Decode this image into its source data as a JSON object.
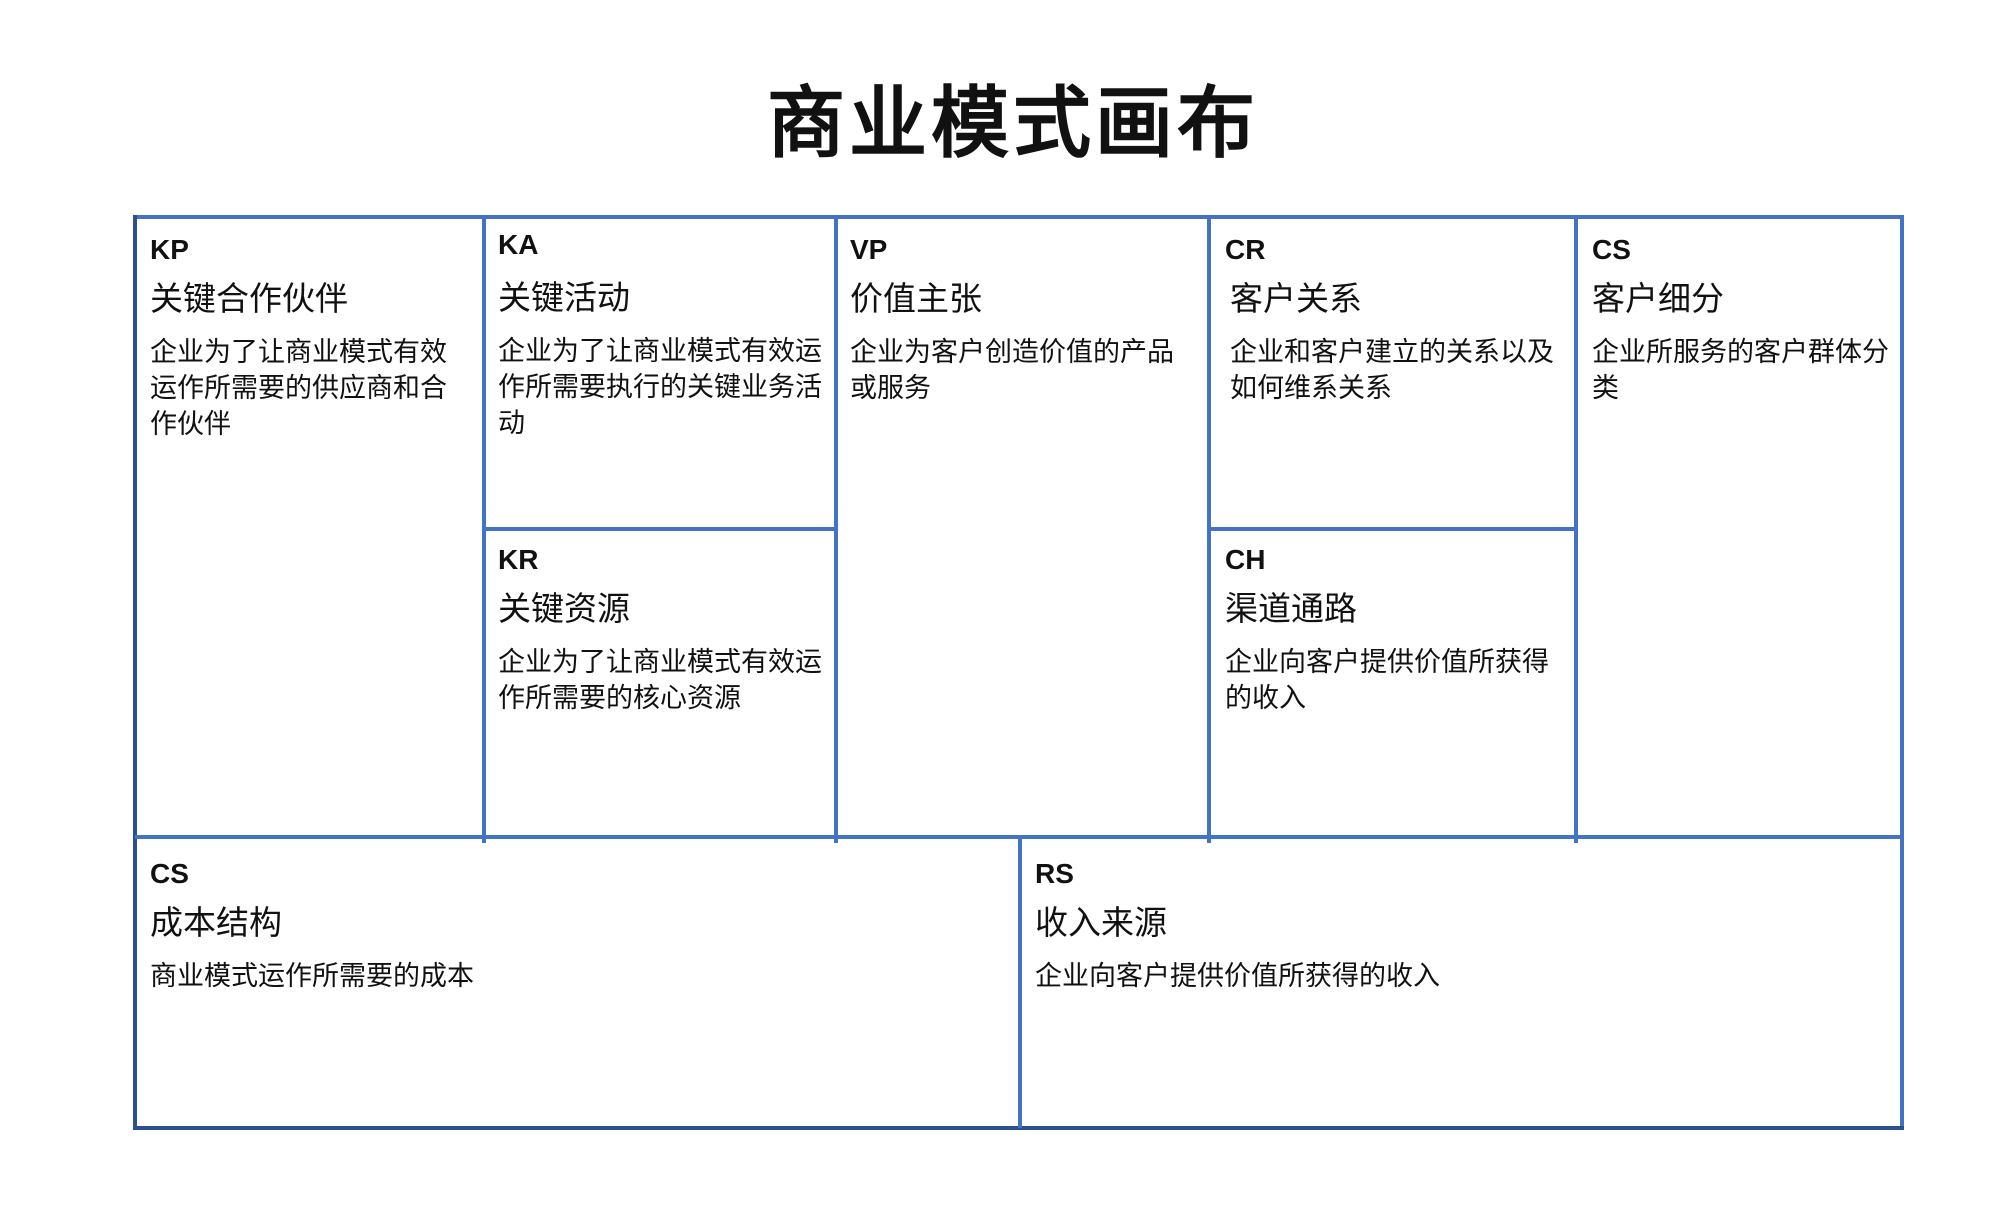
{
  "title": "商业模式画布",
  "colors": {
    "border": "#4472C4",
    "border_dark": "#2B4F8F",
    "text": "#111111"
  },
  "blocks": {
    "kp": {
      "code": "KP",
      "name": "关键合作伙伴",
      "desc": "企业为了让商业模式有效运作所需要的供应商和合作伙伴"
    },
    "ka": {
      "code": "KA",
      "name": "关键活动",
      "desc": "企业为了让商业模式有效运作所需要执行的关键业务活动"
    },
    "kr": {
      "code": "KR",
      "name": "关键资源",
      "desc": "企业为了让商业模式有效运作所需要的核心资源"
    },
    "vp": {
      "code": "VP",
      "name": "价值主张",
      "desc": "企业为客户创造价值的产品或服务"
    },
    "cr": {
      "code": "CR",
      "name": "客户关系",
      "desc": "企业和客户建立的关系以及如何维系关系"
    },
    "ch": {
      "code": "CH",
      "name": "渠道通路",
      "desc": "企业向客户提供价值所获得的收入"
    },
    "cs": {
      "code": "CS",
      "name": "客户细分",
      "desc": "企业所服务的客户群体分类"
    },
    "cost": {
      "code": "CS",
      "name": "成本结构",
      "desc": "商业模式运作所需要的成本"
    },
    "rs": {
      "code": "RS",
      "name": "收入来源",
      "desc": "企业向客户提供价值所获得的收入"
    }
  }
}
